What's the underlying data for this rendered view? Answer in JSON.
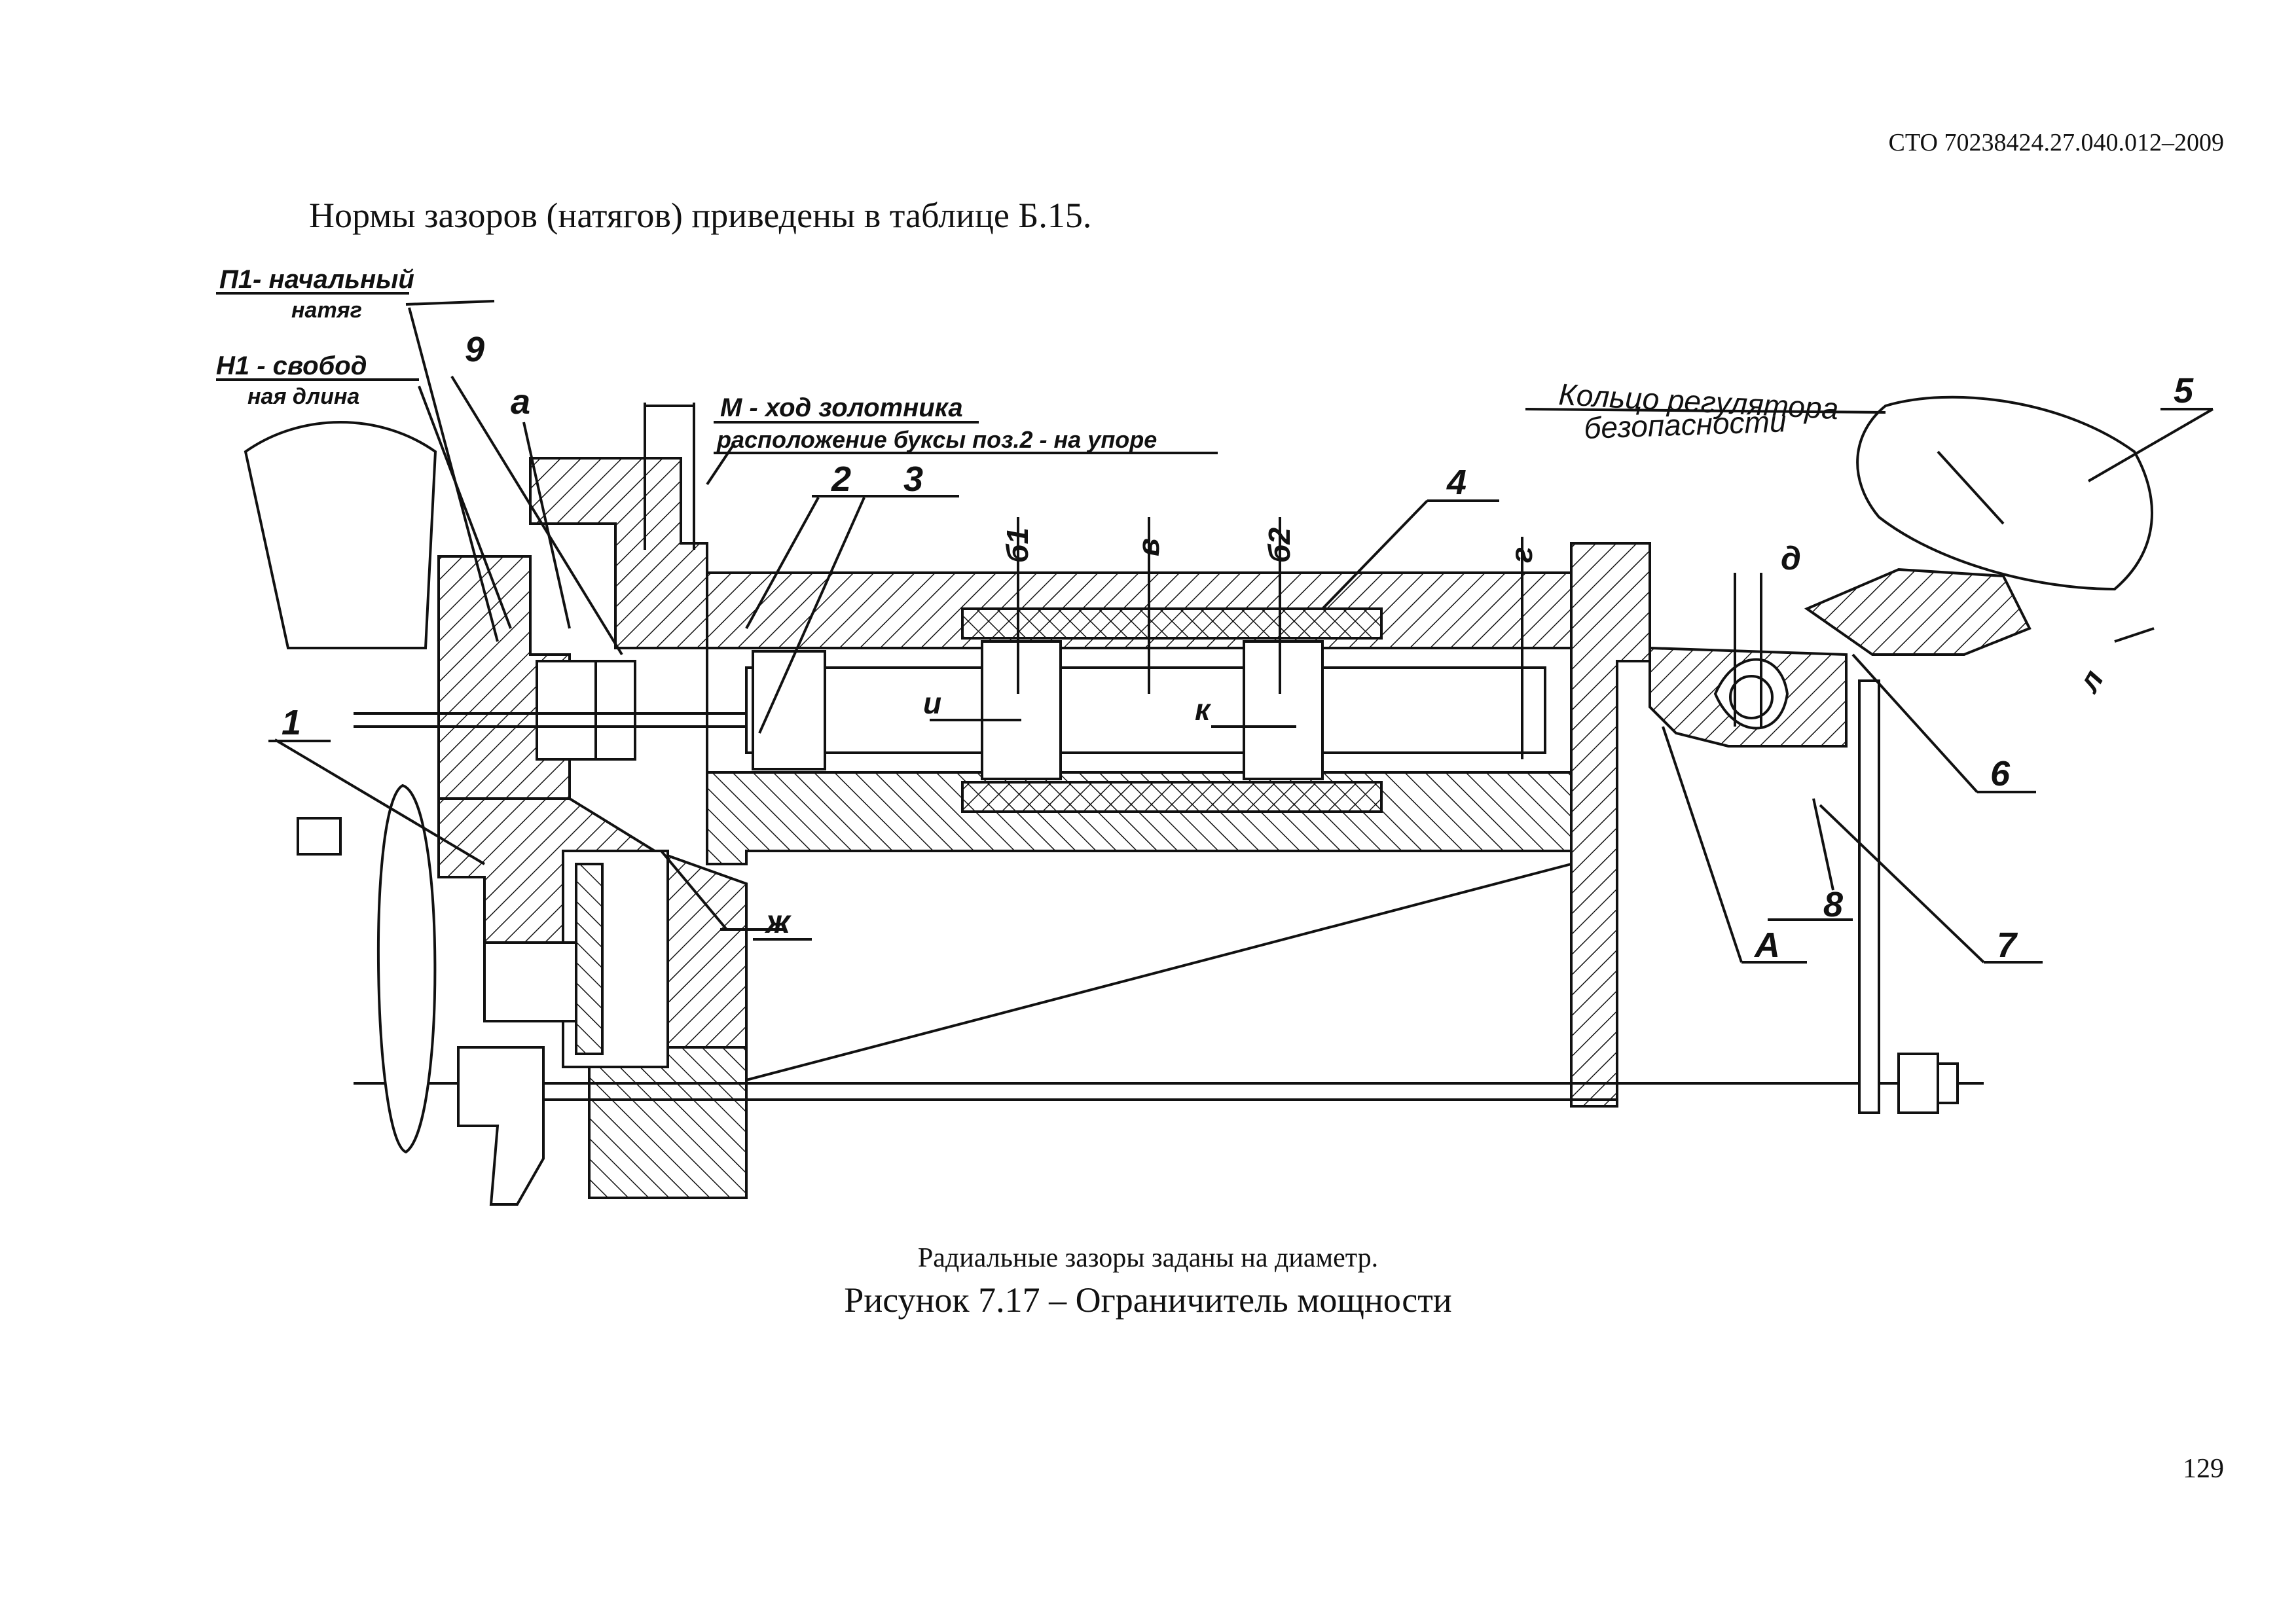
{
  "header": {
    "doc_code": "СТО 70238424.27.040.012–2009"
  },
  "intro_text": "Нормы зазоров (натягов) приведены в таблице Б.15.",
  "figure": {
    "labels": {
      "p1_line1": "П1- начальный",
      "p1_line2": "натяг",
      "h1_line1": "Н1 - свобод",
      "h1_line2": "ная длина",
      "m_line1": "М - ход золотника",
      "m_line2": "расположение буксы поз.2 - на упоре",
      "ring_line1": "Кольцо регулятора",
      "ring_line2": "безопасности",
      "n9": "9",
      "a": "а",
      "n2": "2",
      "n3": "3",
      "n4": "4",
      "n5": "5",
      "b1": "б1",
      "v": "в",
      "b2": "б2",
      "g": "г",
      "d": "д",
      "l": "л",
      "n6": "6",
      "n1": "1",
      "u": "и",
      "k": "к",
      "zh": "ж",
      "n8": "8",
      "cap_a": "А",
      "n7": "7"
    },
    "note": "Радиальные зазоры заданы на диаметр.",
    "caption": "Рисунок 7.17 – Ограничитель мощности"
  },
  "footer": {
    "page_number": "129"
  }
}
